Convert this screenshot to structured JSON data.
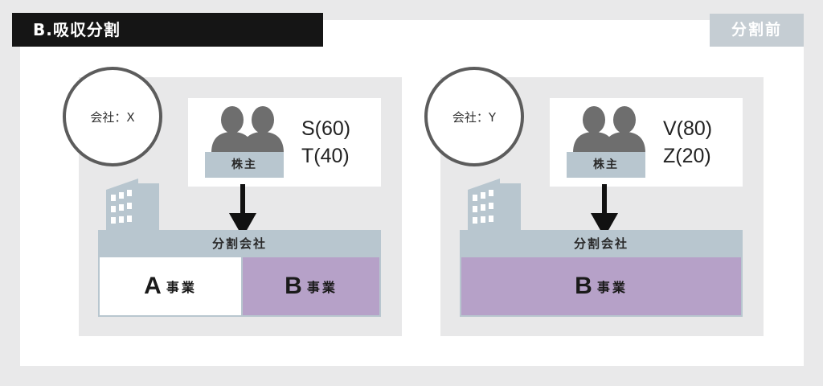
{
  "title": "B.吸収分割",
  "badge": "分割前",
  "panels": [
    {
      "company_label": "会社：X",
      "shareholder_label": "株主",
      "holders": [
        "S(60)",
        "T(40)"
      ],
      "split_company_label": "分割会社",
      "businesses": [
        {
          "letter": "A",
          "word": "事業",
          "color": "#ffffff"
        },
        {
          "letter": "B",
          "word": "事業",
          "color": "#b6a1c8"
        }
      ]
    },
    {
      "company_label": "会社：Y",
      "shareholder_label": "株主",
      "holders": [
        "V(80)",
        "Z(20)"
      ],
      "split_company_label": "分割会社",
      "businesses": [
        {
          "letter": "B",
          "word": "事業",
          "color": "#b6a1c8"
        }
      ]
    }
  ],
  "colors": {
    "title_bar": "#151515",
    "badge": "#c5cdd3",
    "panel": "#e8e8e9",
    "steel_blue_gray": "#b8c6cf",
    "purple": "#b6a1c8",
    "person_icon": "#6e6e6e"
  },
  "icons": [
    "shareholders-icon",
    "building-icon",
    "down-arrow-icon"
  ]
}
